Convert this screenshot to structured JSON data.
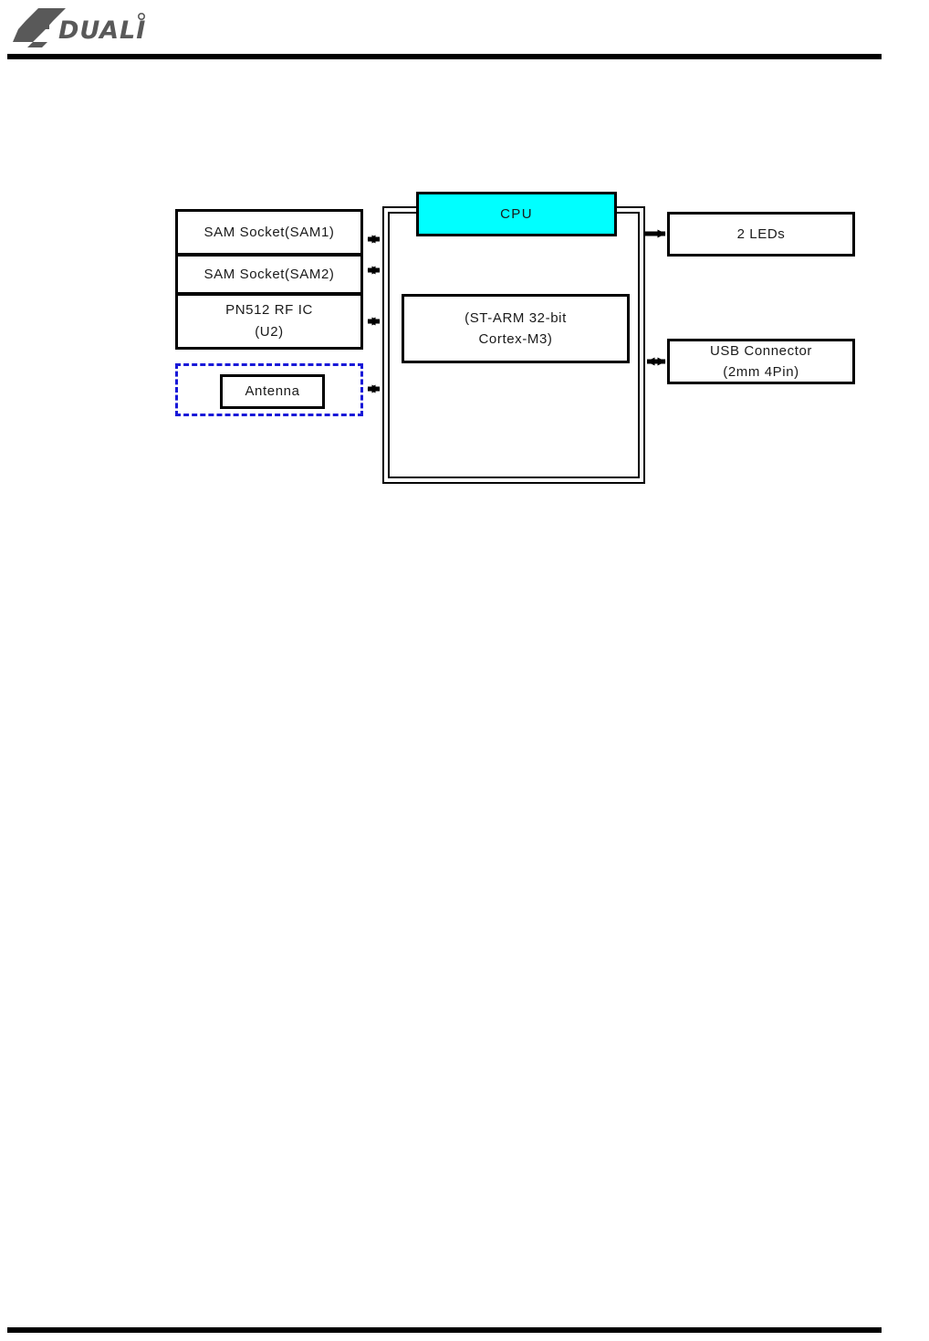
{
  "header": {
    "logo_text": "DUALi",
    "logo_name": "duali-logo",
    "rule": "header-rule"
  },
  "colors": {
    "cpu_fill": "#00FFFF",
    "antenna_group_border": "#1818D8",
    "stroke": "#000000",
    "page_background": "#FFFFFF"
  },
  "diagram": {
    "type": "block-diagram",
    "nodes": [
      {
        "id": "sam1",
        "label": "SAM Socket(SAM1)",
        "group": "left-stack"
      },
      {
        "id": "sam2",
        "label": "SAM Socket(SAM2)",
        "group": "left-stack"
      },
      {
        "id": "rfic",
        "label_line1": "PN512 RF IC",
        "label_line2": "(U2)",
        "group": "left-stack"
      },
      {
        "id": "antenna",
        "label": "Antenna",
        "group": "antenna-group",
        "group_border_style": "dashed-blue"
      },
      {
        "id": "cpu",
        "label": "CPU",
        "fill": "#00FFFF"
      },
      {
        "id": "cpu_core",
        "label_line1": "(ST-ARM 32-bit",
        "label_line2": "Cortex-M3)"
      },
      {
        "id": "leds",
        "label": "2 LEDs"
      },
      {
        "id": "usb",
        "label_line1": "USB Connector",
        "label_line2": "(2mm 4Pin)"
      }
    ],
    "connections": [
      {
        "from": "sam1",
        "to": "cpu",
        "arrow": "bidirectional"
      },
      {
        "from": "sam2",
        "to": "cpu",
        "arrow": "bidirectional"
      },
      {
        "from": "rfic",
        "to": "cpu",
        "arrow": "bidirectional"
      },
      {
        "from": "antenna",
        "to": "cpu",
        "arrow": "bidirectional"
      },
      {
        "from": "cpu",
        "to": "leds",
        "arrow": "unidirectional"
      },
      {
        "from": "cpu",
        "to": "usb",
        "arrow": "bidirectional"
      }
    ]
  }
}
